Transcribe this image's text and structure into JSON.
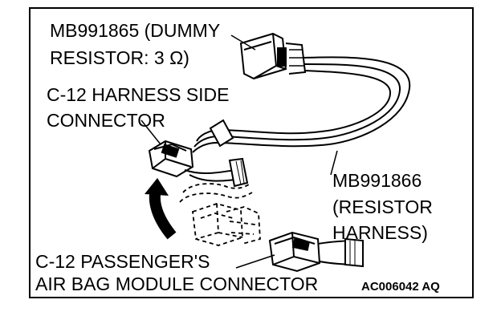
{
  "labels": {
    "dummy_resistor_line1": "MB991865 (DUMMY",
    "dummy_resistor_line2": "RESISTOR: 3 Ω)",
    "harness_side_line1": "C-12 HARNESS SIDE",
    "harness_side_line2": "CONNECTOR",
    "resistor_harness_line1": "MB991866",
    "resistor_harness_line2": "(RESISTOR",
    "resistor_harness_line3": "HARNESS)",
    "airbag_line1": "C-12 PASSENGER'S",
    "airbag_line2": "AIR BAG MODULE CONNECTOR",
    "figure_ref": "AC006042 AQ"
  },
  "icons": {
    "arrow": "curved-arrow-up-icon"
  },
  "colors": {
    "ink": "#000000",
    "background": "#ffffff"
  }
}
